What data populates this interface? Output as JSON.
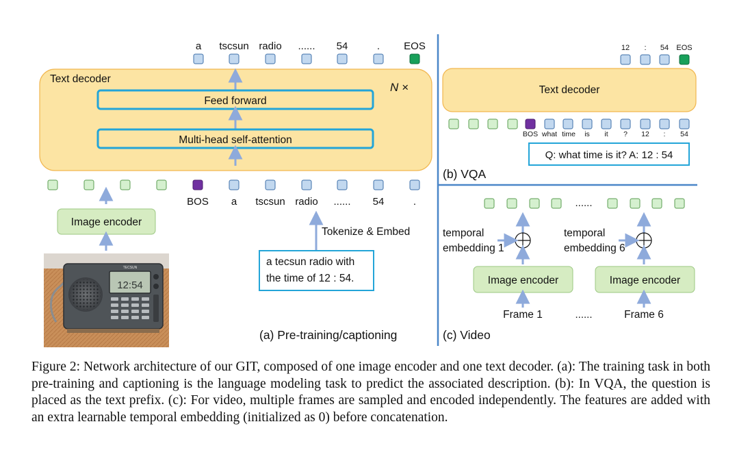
{
  "panel_a": {
    "output_tokens": [
      "a",
      "tscsun",
      "radio",
      "......",
      "54",
      ".",
      "EOS"
    ],
    "decoder_title": "Text decoder",
    "repeat_label": "N ×",
    "feed_forward": "Feed forward",
    "self_attention": "Multi-head self-attention",
    "input_tokens": [
      "BOS",
      "a",
      "tscsun",
      "radio",
      "......",
      "54",
      "."
    ],
    "image_encoder": "Image encoder",
    "tokenize_label": "Tokenize & Embed",
    "description_lines": [
      "a tecsun radio with",
      "the time of 12 : 54."
    ],
    "panel_label": "(a) Pre-training/captioning",
    "photo": {
      "brand": "TECSUN",
      "display": "12:54"
    }
  },
  "panel_b": {
    "output_tokens": [
      "12",
      ":",
      "54",
      "EOS"
    ],
    "decoder_title": "Text decoder",
    "input_tokens": [
      "BOS",
      "what",
      "time",
      "is",
      "it",
      "?",
      "12",
      ":",
      "54"
    ],
    "question": "Q: what time is it? A: 12 : 54",
    "panel_label": "(b) VQA"
  },
  "panel_c": {
    "top_dots": "......",
    "temporal_1": [
      "temporal",
      "embedding 1"
    ],
    "temporal_6": [
      "temporal",
      "embedding 6"
    ],
    "image_encoder": "Image encoder",
    "frame_1": "Frame 1",
    "frame_6": "Frame 6",
    "mid_dots": "......",
    "panel_label": "(c) Video"
  },
  "colors": {
    "image_token": "#d5f0cf",
    "text_token": "#c2d8ef",
    "bos_token": "#7030a0",
    "eos_token": "#18a05a",
    "decoder_fill": "#fce4a3",
    "decoder_stroke": "#f1b64f",
    "encoder_fill": "#d6ecc2",
    "layer_stroke": "#23a5d8",
    "arrow": "#8eaadb",
    "divider": "#4a86c8"
  },
  "caption": "Figure 2: Network architecture of our GIT, composed of one image encoder and one text decoder. (a): The training task in both pre-training and captioning is the language modeling task to predict the associated description. (b): In VQA, the question is placed as the text prefix. (c): For video, multiple frames are sampled and encoded independently. The features are added with an extra learnable temporal embedding (initialized as 0) before concatenation."
}
